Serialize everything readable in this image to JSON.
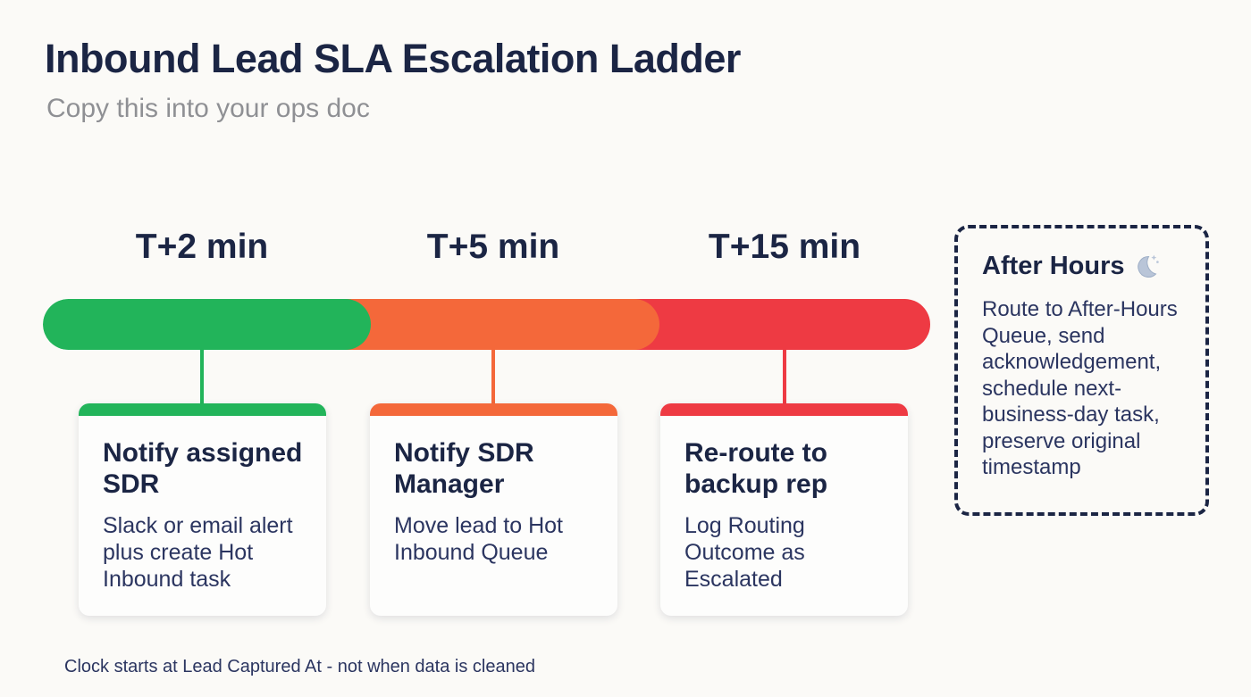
{
  "page": {
    "title": "Inbound Lead SLA Escalation Ladder",
    "subtitle": "Copy this into your ops doc",
    "footnote": "Clock starts at Lead Captured At - not when data is cleaned"
  },
  "steps": [
    {
      "time": "T+2 min",
      "title": "Notify assigned SDR",
      "description": "Slack or email alert plus create Hot Inbound task",
      "color": "#22b45a"
    },
    {
      "time": "T+5 min",
      "title": "Notify SDR Manager",
      "description": "Move lead to Hot Inbound Queue",
      "color": "#f4683a"
    },
    {
      "time": "T+15 min",
      "title": "Re-route to backup rep",
      "description": "Log Routing Outcome as Escalated",
      "color": "#ee3a43"
    }
  ],
  "after_hours": {
    "title": "After Hours",
    "icon": "crescent-moon-icon",
    "icon_color": "#b9c5d8",
    "description": "Route to After-Hours Queue, send acknowledgement, schedule next-business-day task, preserve original timestamp"
  },
  "colors": {
    "navy": "#1b2544",
    "body": "#2b3560",
    "muted": "#8f9094",
    "background": "#fbfaf7",
    "card": "#fdfdfc"
  }
}
